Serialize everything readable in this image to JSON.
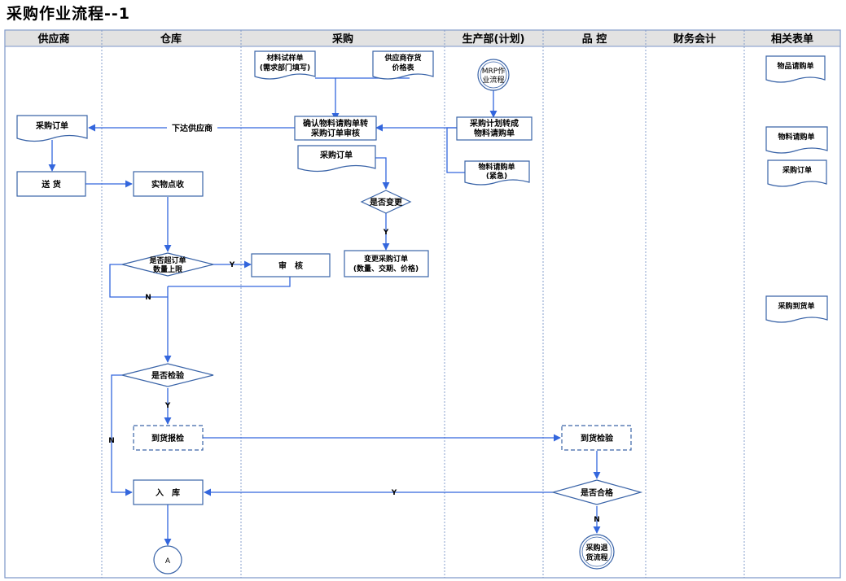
{
  "title": "采购作业流程--1",
  "lanes": [
    "供应商",
    "仓库",
    "采购",
    "生产部(计划)",
    "品 控",
    "财务会计",
    "相关表单"
  ],
  "nodes": {
    "material_trial_sheet": [
      "材料试样单",
      "(需求部门填写)"
    ],
    "supplier_price_sheet": [
      "供应商存货",
      "价格表"
    ],
    "mrp_process": [
      "MRP作",
      "业流程"
    ],
    "confirm_review": [
      "确认物料请购单转",
      "采购订单审核"
    ],
    "plan_to_requisition": [
      "采购计划转成",
      "物料请购单"
    ],
    "urgent_requisition": [
      "物料请购单",
      "(紧急)"
    ],
    "supplier_po": "采购订单",
    "purchase_po": "采购订单",
    "delivery": "送 货",
    "receiving": "实物点收",
    "change_decision": "是否变更",
    "change_po": [
      "变更采购订单",
      "(数量、交期、价格)"
    ],
    "over_limit_decision": [
      "是否超订单",
      "数量上限"
    ],
    "review": "审　核",
    "inspect_decision": "是否检验",
    "arrival_report": "到货报检",
    "arrival_inspection": "到货检验",
    "qualified_decision": "是否合格",
    "warehouse_in": "入　库",
    "connector_a": "A",
    "return_process": [
      "采购退",
      "货流程"
    ]
  },
  "labels": {
    "issue_to_supplier": "下达供应商",
    "yes1": "Y",
    "yes2": "Y",
    "no1": "N",
    "yes3": "Y",
    "no2": "N",
    "yes4": "Y",
    "no3": "N"
  },
  "forms": [
    "物品请购单",
    "物料请购单",
    "采购订单",
    "采购到货单"
  ],
  "colors": {
    "line": "#3366dd",
    "shape": "#3a64a8",
    "lane": "#7b96c8"
  }
}
